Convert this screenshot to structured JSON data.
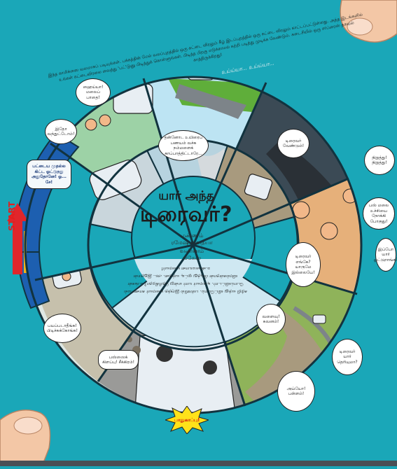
{
  "title": {
    "line1": "யார் அந்த",
    "line2": "டிரைவர்?"
  },
  "credits": {
    "story_label": "எண்ணம்",
    "story_author": "ரமேஷ் வைத்யா",
    "art_label": "வண்ணம்",
    "art_author": "மகேஸ்"
  },
  "intro_text": "இந்த காமிக்ஸை வலமாகப் படியுங்கள். பக்கத்தின் மேல் வலப்புறத்தில் ஒரு கட்டை விரலும் கீழ் இடப்புறத்தில் ஒரு கட்டை விரலும் காட்டப்பட்டுள்ளது. அந்த இடங்களில் உங்கள் கட்டைவிரலை வைத்து 'பட்'டுனு பிடித்துக் கொள்ளுங்கள். பிடித்த பிறகு எடுக்காமல் சுற்றி படித்து முடிக்க வேண்டும். கடைசியில் ஒரு சர்ப்ரைஸ் தகவல் காத்திருக்கிறது!",
  "start_label": "START",
  "center_story": "சுற்றி வந்து விட்டோம். பஸ்ஸில் இருந்த டிரைவர் காணாமல் போய்விட்டார். டிரைவர் யார் என்று தெரிகிறதா? உங்கள் விரல்கள்தான் பிடித்து ஓட்டி வந்தன. அட இதுதான் உண்மையான டிரைவர்!",
  "bubbles": {
    "b1": "உய்ய்யா... உய்ய்யா...",
    "b2": "ஹைய்யா! மலைப் பாதை!",
    "b3": "இதோ வந்துட்டோம்!",
    "b4": "பஸ்ஸைக் கிளப்பு! சீக்கிரம்!",
    "b5": "அய்யோ! பள்ளம்!",
    "b6": "டிரைவர் எங்கே? யாருமே இல்லையே!",
    "b7": "தன்னோட உயிரைப் பணயம் வச்சு நம்மளைக் காப்பாத்திட்டாரே...",
    "b8": "பயப்படாதீங்க! பிடிச்சுக்கோங்க!",
    "b9": "டிரைவர் வேண்டும்!",
    "b10": "நிறுத்து! நிறுத்து!",
    "b11": "பஸ் மலை உச்சியை நோக்கி போகுது!",
    "b12": "இப்போ யார் ஓட்டுறாங்க?",
    "b13": "வளைவு! கவனம்!",
    "b14": "டிரைவர் யார் தெரியுமா?",
    "start_panel": "பட்டைய முதல்ல கிட்ட ஓட்டுறது அதுதோனே! ஓ... சே!"
  },
  "burst_text": "பாதுகாப்பு!",
  "colors": {
    "background": "#1aa7b8",
    "ring_outline": "#12333f",
    "start_band": "#1d5fb0",
    "start_arrow": "#e0262b",
    "sky": "#bde4f3",
    "grass": "#5fae3a",
    "road": "#7d8489",
    "rock": "#a89a7e",
    "bus": "#e8eef3",
    "burst": "#ffe21a"
  },
  "icons": {
    "thumb_top": "thumb-icon",
    "thumb_bottom": "thumb-icon",
    "start_arrow": "arrow-up-icon"
  }
}
